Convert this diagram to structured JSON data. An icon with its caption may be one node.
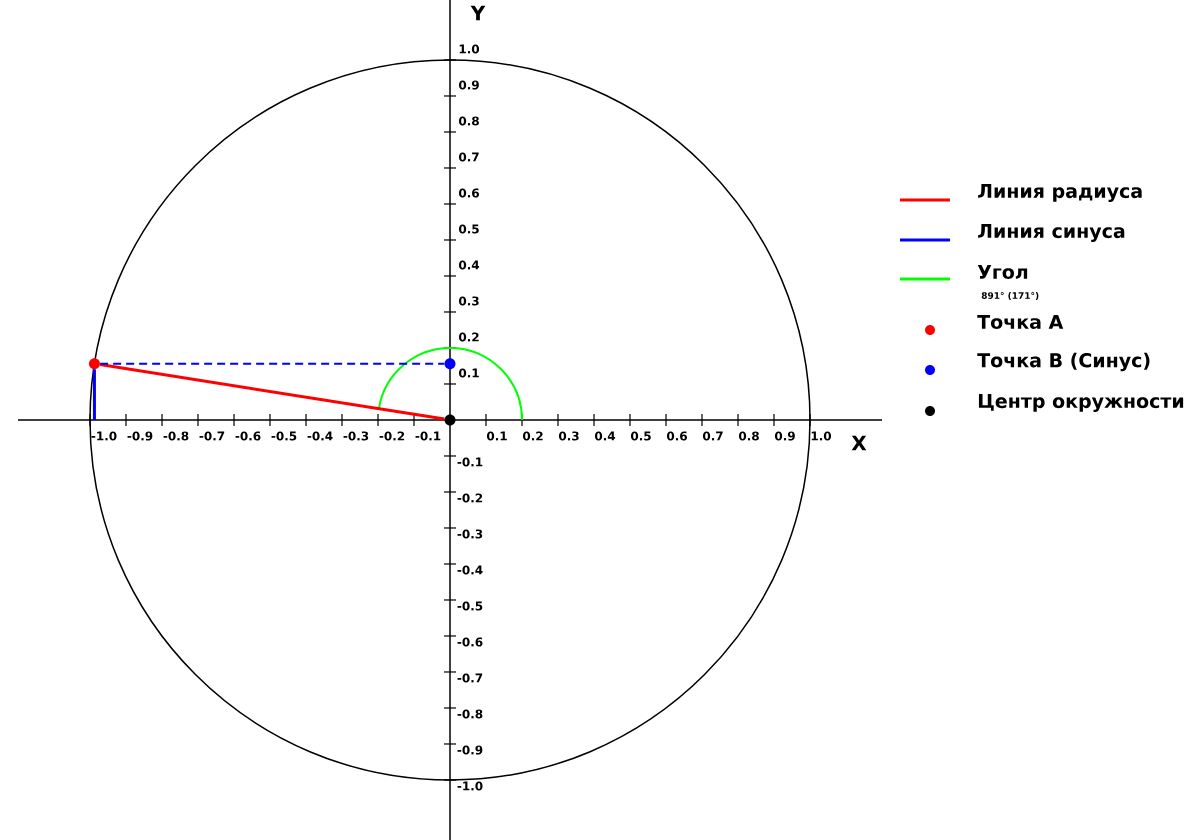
{
  "diagram": {
    "nodes": [
      {
        "text": [],
        "shape": "circle"
      },
      {
        "text": [],
        "shape": "circle"
      },
      {
        "text": [],
        "shape": "circle"
      }
    ],
    "edges": [
      {
        "from": 2,
        "to": 0,
        "arrow": "none",
        "color": "#ff0000"
      },
      {
        "from": 0,
        "to": 1,
        "arrow": "none",
        "style": "dashed",
        "color": "#0000ff"
      },
      {
        "from": 0,
        "to": null,
        "arrow": "none",
        "color": "#0000ff"
      }
    ],
    "labels": [
      "Y",
      "1.0",
      "0.9",
      "0.8",
      "0.7",
      "0.6",
      "0.5",
      "0.4",
      "0.3",
      "0.2",
      "0.1",
      "-1.0",
      "-0.9",
      "-0.8",
      "-0.7",
      "-0.6",
      "-0.5",
      "-0.4",
      "-0.3",
      "-0.2",
      "-0.1",
      "0.1",
      "0.2",
      "0.3",
      "0.4",
      "0.5",
      "0.6",
      "0.7",
      "0.8",
      "0.9",
      "1.0",
      "X",
      "-0.1",
      "-0.2",
      "-0.3",
      "-0.4",
      "-0.5",
      "-0.6",
      "-0.7",
      "-0.8",
      "-0.9",
      "-1.0",
      "891° (171°)"
    ],
    "legend": [
      {
        "text": "Линия радиуса"
      },
      {
        "text": "Линия синуса"
      },
      {
        "text": "Угол"
      },
      {
        "text": "Точка A",
        "color": "#ff0000"
      },
      {
        "text": "Точка B (Синус)",
        "color": "#0000ff"
      },
      {
        "text": "Центр окружности",
        "color": "#000000"
      }
    ]
  }
}
